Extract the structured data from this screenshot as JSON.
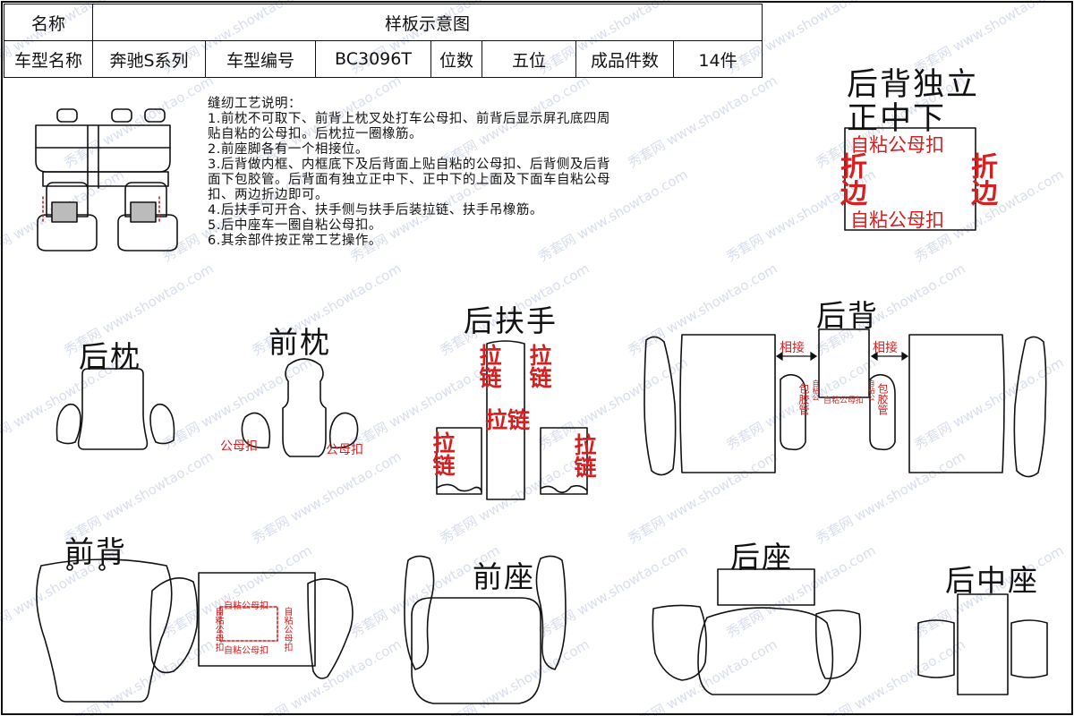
{
  "header": {
    "name_label": "名称",
    "name_value": "样板示意图",
    "model_name_label": "车型名称",
    "model_name_value": "奔驰S系列",
    "model_no_label": "车型编号",
    "model_no_value": "BC3096T",
    "seats_label": "位数",
    "seats_value": "五位",
    "pieces_label": "成品件数",
    "pieces_value": "14件"
  },
  "notes": {
    "title": "缝纫工艺说明：",
    "lines": [
      "1.前枕不可取下、前背上枕叉处打车公母扣、前背后显示屏孔底四周",
      "贴自粘的公母扣。后枕拉一圈橡筋。",
      "2.前座脚各有一个相接位。",
      "3.后背做内框、内框底下及后背面上贴自粘的公母扣、后背侧及后背",
      "面下包胶管。后背面有独立正中下、正中下的上面及下面车自粘公母",
      "扣、两边折边即可。",
      "4.后扶手可开合、扶手侧与扶手后装拉链、扶手吊橡筋。",
      "5.后中座车一圈自粘公母扣。",
      "6.其余部件按正常工艺操作。"
    ]
  },
  "parts": {
    "rear_back_center": "后背独立",
    "rear_back_center2": "正中下",
    "rear_headrest": "后枕",
    "front_headrest": "前枕",
    "rear_armrest": "后扶手",
    "rear_back": "后背",
    "front_back": "前背",
    "front_seat": "前座",
    "rear_seat": "后座",
    "rear_middle_seat": "后中座"
  },
  "annotations": {
    "self_adhesive_snap": "自粘公母扣",
    "fold_edge": "折边",
    "zipper": "拉链",
    "snap": "公母扣",
    "snap_partial": "公母扣",
    "join": "相接",
    "tube_wrap": "包胶管",
    "front_back_snap": "自粘公母扣",
    "rear_back_inner_snap": "自粘公母扣",
    "rear_back_side_snap": "自粘公"
  },
  "watermark": {
    "site": "www.showtao.com",
    "brand": "秀套网"
  }
}
